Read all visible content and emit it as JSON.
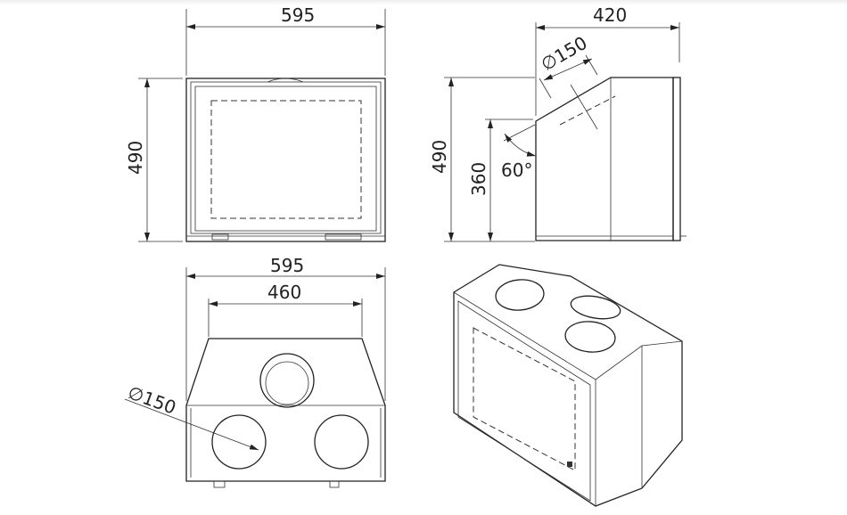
{
  "front_view": {
    "width_label": "595",
    "height_label": "490"
  },
  "side_view": {
    "depth_label": "420",
    "flue_diameter_label": "∅150",
    "height_label": "490",
    "lower_height_label": "360",
    "angle_label": "60°"
  },
  "top_view": {
    "width_label": "595",
    "inner_width_label": "460",
    "flue_diameter_label": "∅150"
  },
  "isometric_view": {}
}
